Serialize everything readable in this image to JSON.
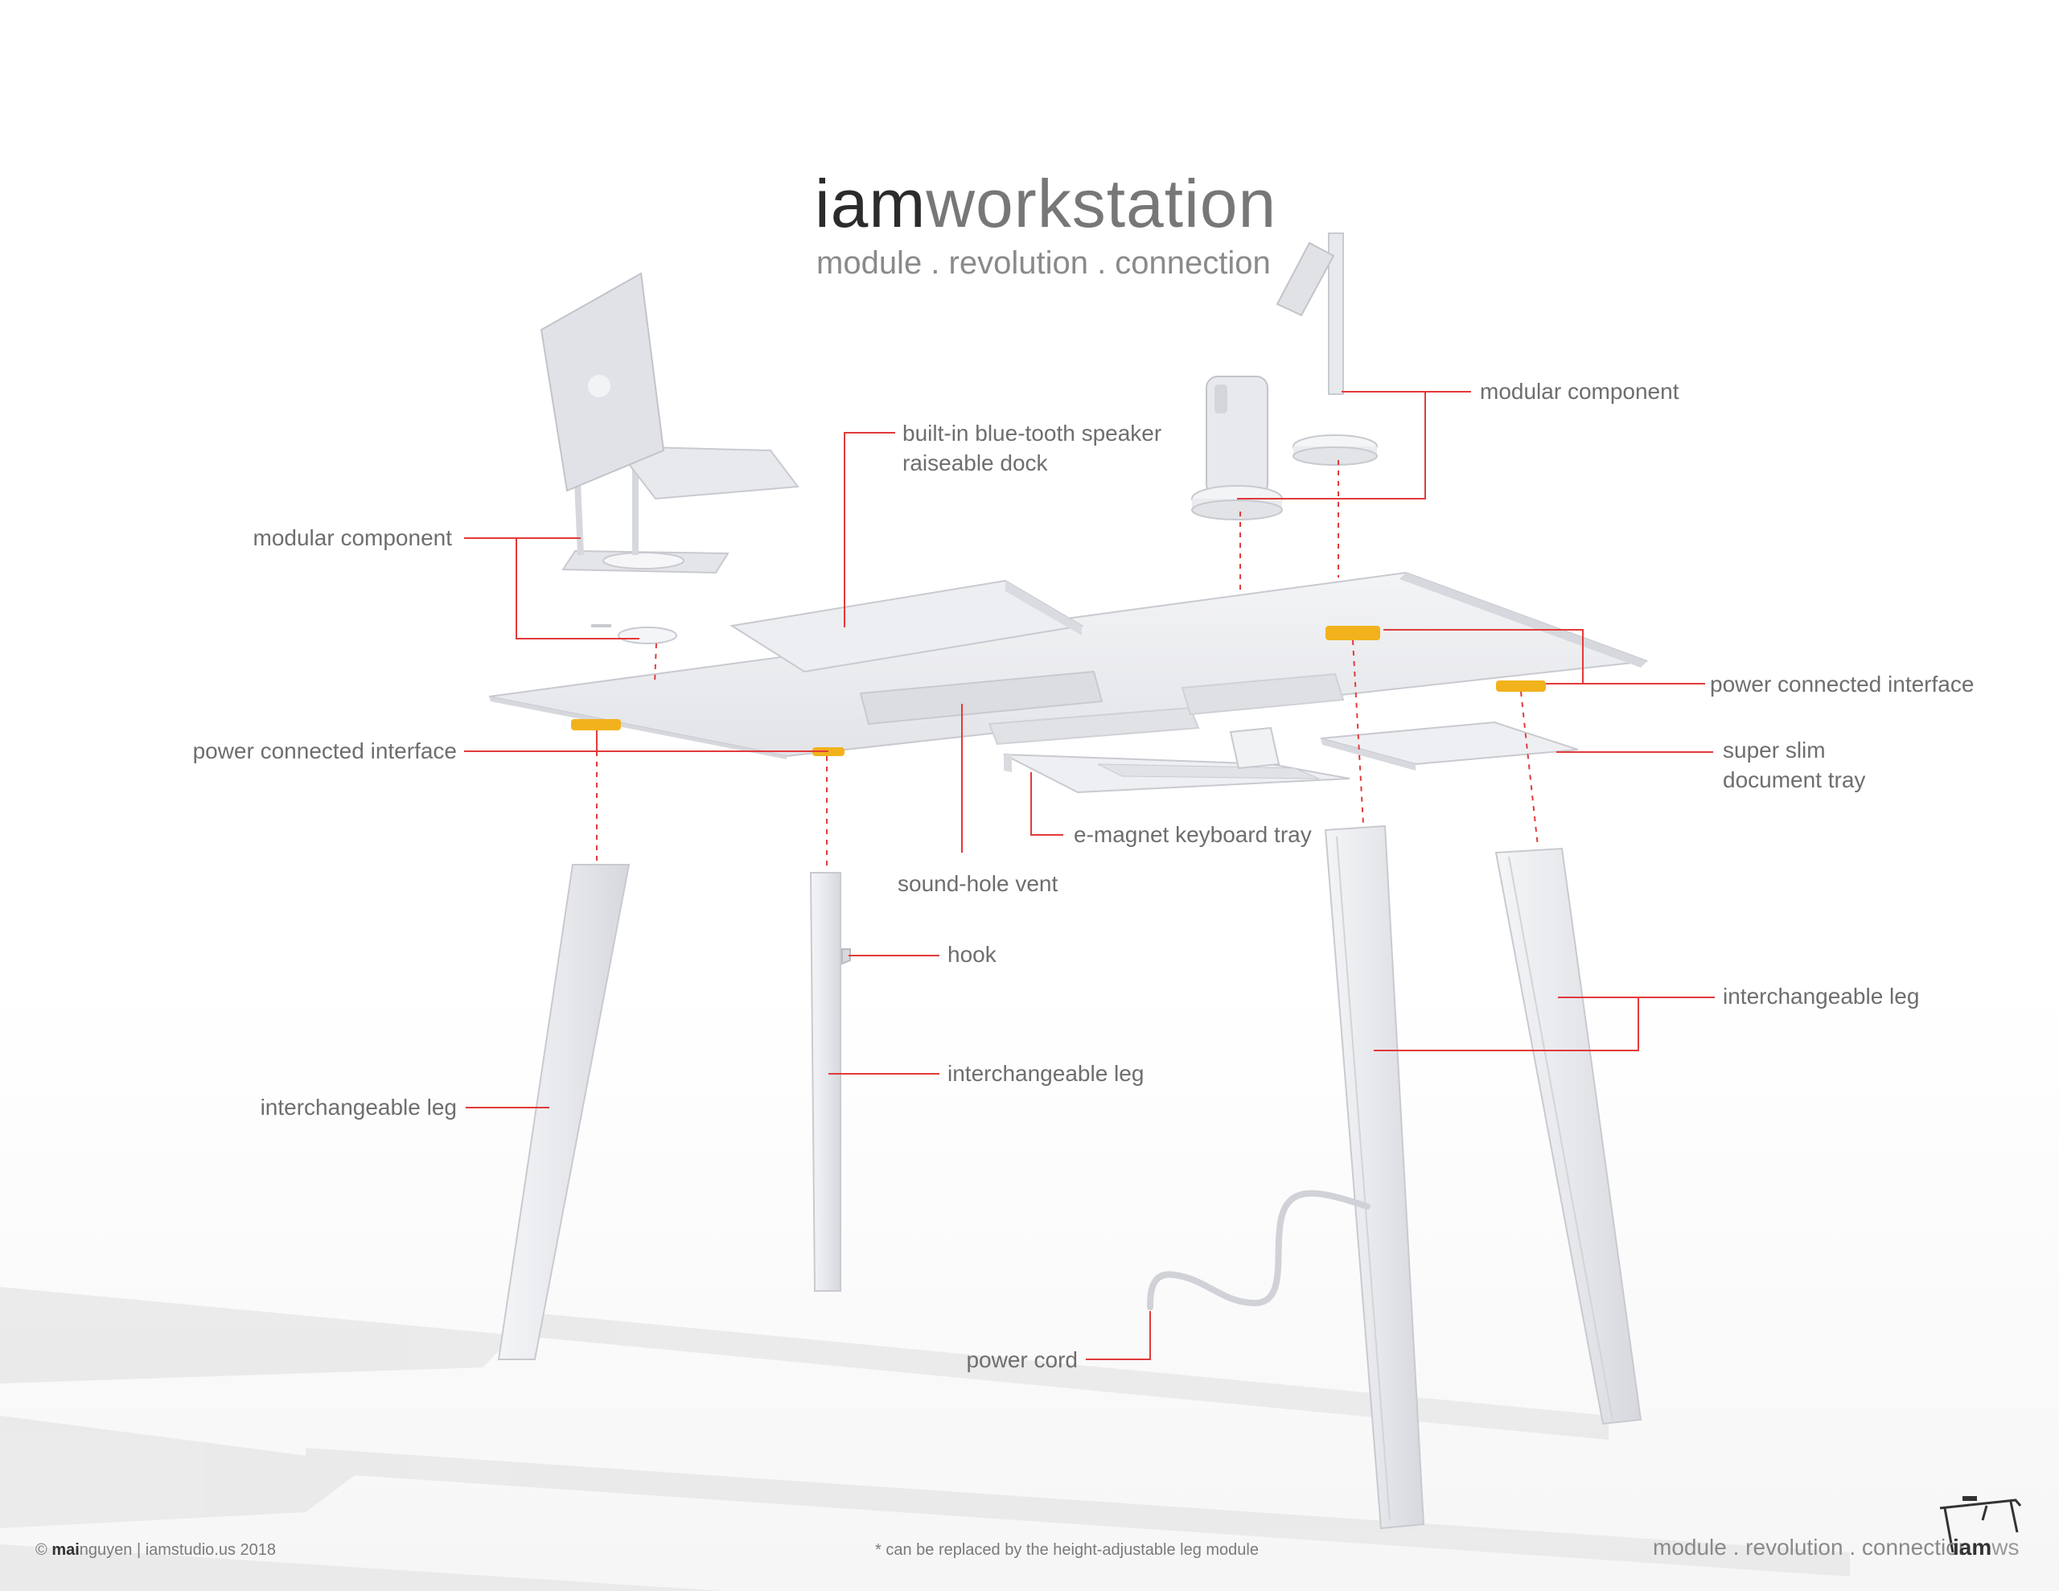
{
  "header": {
    "title_strong": "iam",
    "title_rest": "workstation",
    "subtitle": "module . revolution . connection"
  },
  "labels": {
    "modular_component_left": "modular component",
    "modular_component_right": "modular component",
    "speaker_line1": "built-in blue-tooth speaker",
    "speaker_line2": "raiseable dock",
    "power_interface_left": "power connected interface",
    "power_interface_right": "power connected interface",
    "document_tray_line1": "super slim",
    "document_tray_line2": "document tray",
    "keyboard_tray": "e-magnet keyboard tray",
    "sound_vent": "sound-hole vent",
    "hook": "hook",
    "leg_left": "interchangeable leg",
    "leg_center": "interchangeable leg",
    "leg_right": "interchangeable leg",
    "power_cord": "power cord"
  },
  "footer": {
    "credit_strong": "mai",
    "credit_rest": "nguyen | iamstudio.us 2018",
    "copyright_symbol": "©",
    "note": "* can be replaced by the height-adjustable leg module",
    "tagline": "module . revolution . connection",
    "logo_strong": "iam",
    "logo_rest": "ws"
  },
  "colors": {
    "leader_line": "#e23a3a",
    "connector_pad": "#f2b21c",
    "furniture": "#ecedf0",
    "furniture_edge": "#c8cad0"
  }
}
